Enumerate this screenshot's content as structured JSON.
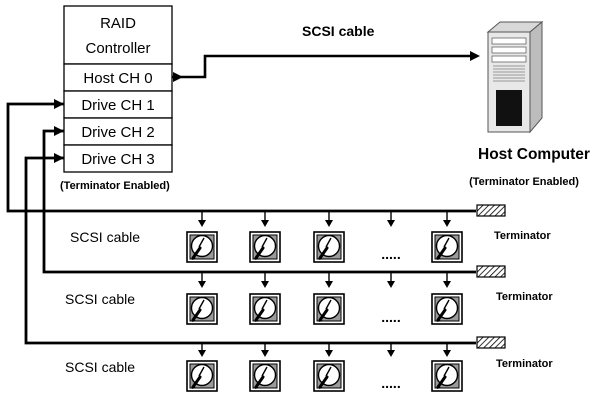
{
  "controller": {
    "title_line1": "RAID",
    "title_line2": "Controller",
    "channels": [
      "Host CH 0",
      "Drive CH 1",
      "Drive CH 2",
      "Drive CH 3"
    ],
    "note": "(Terminator Enabled)"
  },
  "host": {
    "cable_label": "SCSI cable",
    "title": "Host Computer",
    "note": "(Terminator Enabled)"
  },
  "buses": [
    {
      "cable_label": "SCSI cable",
      "terminator_label": "Terminator",
      "ellipsis": "....."
    },
    {
      "cable_label": "SCSI cable",
      "terminator_label": "Terminator",
      "ellipsis": "....."
    },
    {
      "cable_label": "SCSI cable",
      "terminator_label": "Terminator",
      "ellipsis": "....."
    }
  ],
  "icons": {
    "drive": "hard-disk-icon",
    "terminator": "terminator-icon",
    "computer": "tower-computer-icon"
  }
}
